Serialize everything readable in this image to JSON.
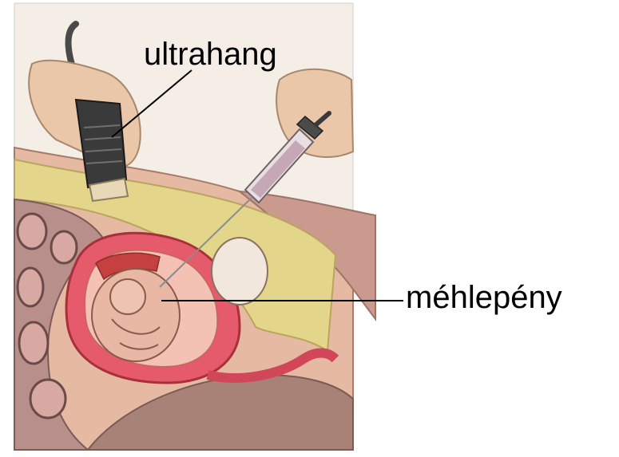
{
  "labels": {
    "probe": "ultrahang",
    "placenta": "méhlepény"
  },
  "figure": {
    "subject": "amniocentesis cross-section illustration",
    "icons": [
      "ultrasound-probe-icon",
      "syringe-icon",
      "hand-icon",
      "fetus-icon",
      "uterus-icon"
    ]
  },
  "colors": {
    "uterus_wall": "#d9475a",
    "skin": "#e9c7a8",
    "fat_layer": "#e8dc8a",
    "tissue": "#b88f8a",
    "probe_body": "#3a3a3a",
    "leader_line": "#000000",
    "label_text": "#000000"
  }
}
